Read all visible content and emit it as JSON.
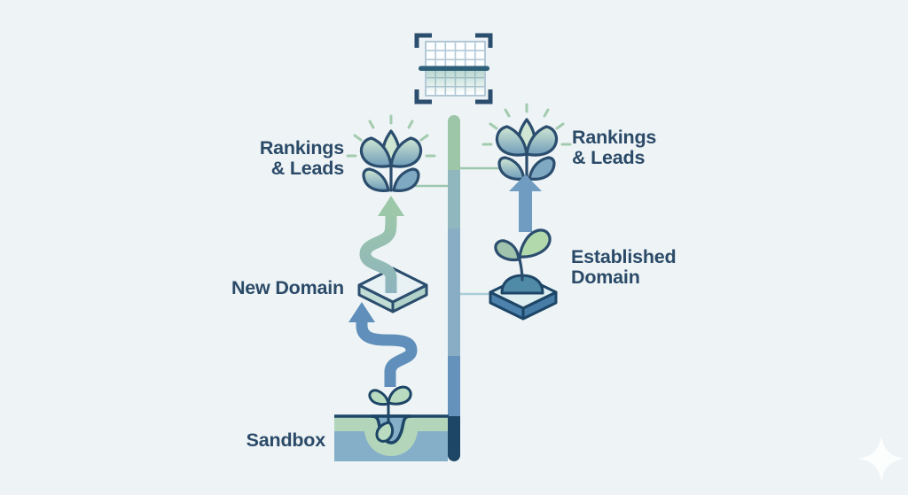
{
  "title": "SEO sandbox diagram: new domain vs established domain path to rankings",
  "labels": {
    "rankings_left": "Rankings\n& Leads",
    "rankings_right": "Rankings\n& Leads",
    "new_domain": "New Domain",
    "established_domain": "Established\nDomain",
    "sandbox": "Sandbox"
  },
  "icons": {
    "scan_grid": "grid-being-scanned-in-viewfinder-brackets",
    "flower_left": "blooming-flower-with-rays",
    "flower_right": "blooming-flower-with-rays",
    "platform_new": "empty-isometric-platform",
    "platform_established": "isometric-platform-with-mound-and-seedling",
    "sandbox_pit": "sandbox-pit-with-buried-seedling",
    "squiggle_arrow_upper": "wavy-arrow-up-green",
    "squiggle_arrow_lower": "wavy-arrow-up-blue",
    "straight_arrow_right": "straight-arrow-up",
    "sparkle": "four-point-star-watermark"
  },
  "colors": {
    "background": "#eef4f6",
    "text": "#2b4a68",
    "outline": "#2b4d6e",
    "outline_deep": "#1d4566",
    "bar_green": "#9dc6a9",
    "bar_teal": "#8fb7bd",
    "bar_blue": "#88adc4",
    "bar_steel": "#6592ba",
    "bar_navy": "#1d4566",
    "arrow_steel": "#5f8fba",
    "arrow_blue": "#6f9cc0",
    "squiggle_green": "#9dc7a9",
    "squiggle_teal": "#8cb2bf",
    "petal_light": "#cfe6d2",
    "petal_blue": "#6f9cba",
    "leaf_blue": "#7fa9c3",
    "leaf_green": "#b9dcc0",
    "sprout_green_bright": "#b2d9ab",
    "sprout_green_sage": "#9fc3ac",
    "ray_green": "#a3cbae",
    "platform_top_light": "#e8f1f4",
    "platform_side_light": "#c0dcd4",
    "platform_side_light2": "#b0d2c9",
    "platform_top_est": "#dceef0",
    "platform_side_est": "#4d82ac",
    "platform_side_est2": "#477ca6",
    "dome_teal": "#4f8ba6",
    "sand_green": "#b3d6bb",
    "sand_blue": "#85aec8",
    "grid_line": "#b3c8d6",
    "grid_fill": "#fcfeff",
    "scan_line": "#2e5f78",
    "scan_glow": "#7eb4a6",
    "connector_green": "#9cc6ae",
    "connector_teal": "#a9cdd8",
    "sparkle": "#ffffff"
  }
}
